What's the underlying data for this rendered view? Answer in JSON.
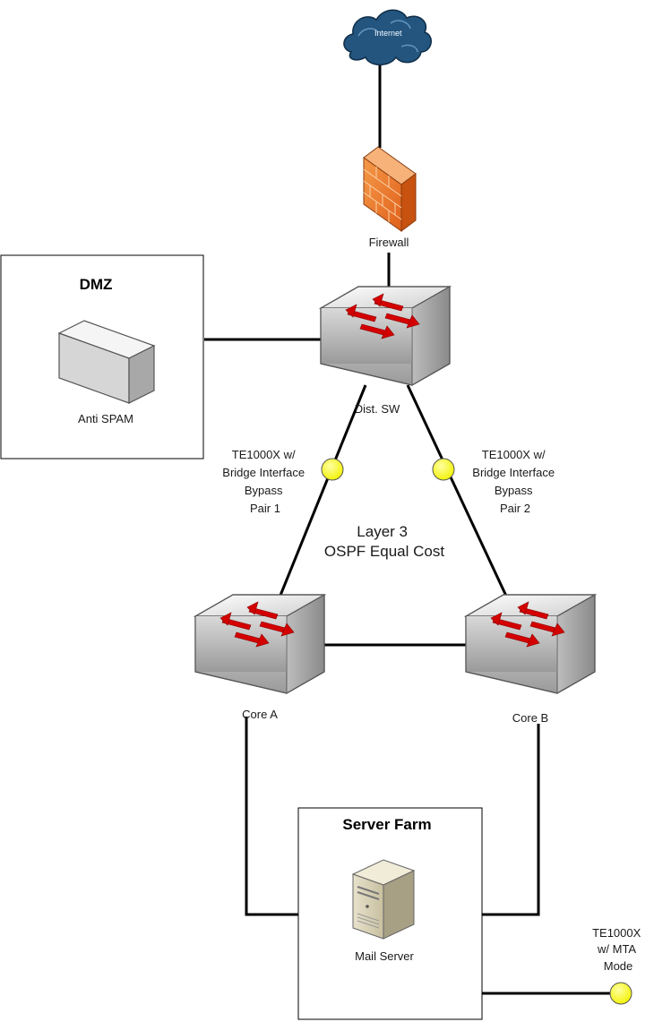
{
  "internet": {
    "label": "Internet"
  },
  "firewall": {
    "label": "Firewall"
  },
  "dmz": {
    "title": "DMZ",
    "device_label": "Anti SPAM"
  },
  "dist_switch": {
    "label": "Dist. SW"
  },
  "bypass_pair_1": {
    "lines": [
      "TE1000X w/",
      "Bridge Interface",
      "Bypass",
      "Pair 1"
    ]
  },
  "bypass_pair_2": {
    "lines": [
      "TE1000X w/",
      "Bridge Interface",
      "Bypass",
      "Pair 2"
    ]
  },
  "routing": {
    "lines": [
      "Layer 3",
      "OSPF Equal Cost"
    ]
  },
  "core_a": {
    "label": "Core A"
  },
  "core_b": {
    "label": "Core B"
  },
  "server_farm": {
    "title": "Server Farm",
    "server_label": "Mail Server"
  },
  "mta_node": {
    "lines": [
      "TE1000X",
      "w/ MTA",
      "Mode"
    ]
  },
  "colors": {
    "link": "#000000",
    "node_fill": "#ffff00",
    "arrow": "#d40000",
    "firewall": "#f07a2a",
    "cloud": "#1f4f80"
  }
}
